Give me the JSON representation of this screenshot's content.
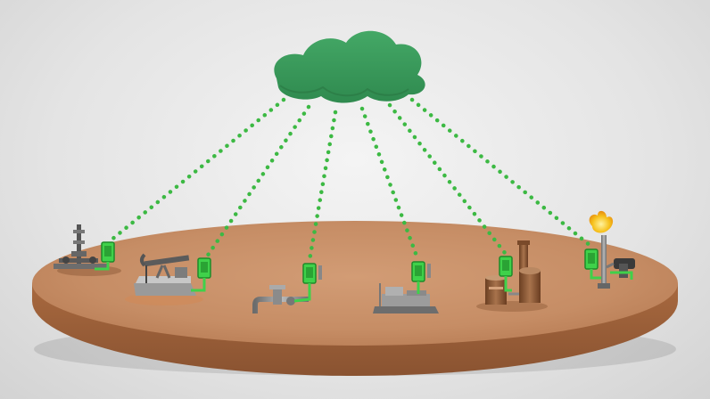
{
  "colors": {
    "background_light": "#f4f4f4",
    "background_dark": "#d3d3d3",
    "cloud": "#3a9a5b",
    "cloud_shadow": "#2e7f49",
    "link_dots": "#3cb943",
    "platform_top": "#c8916a",
    "platform_side": "#a4643c",
    "device_green": "#3fd14a",
    "flare_flame": "#f2b51a"
  },
  "cloud": {
    "icon": "cloud-icon"
  },
  "assets": [
    {
      "id": "wellhead",
      "icon": "wellhead-icon"
    },
    {
      "id": "pumpjack",
      "icon": "pumpjack-icon"
    },
    {
      "id": "pipeline-valve",
      "icon": "pipeline-valve-icon"
    },
    {
      "id": "compressor-skid",
      "icon": "compressor-skid-icon"
    },
    {
      "id": "tank-battery",
      "icon": "tank-battery-icon"
    },
    {
      "id": "flare-stack",
      "icon": "flare-stack-icon"
    }
  ]
}
